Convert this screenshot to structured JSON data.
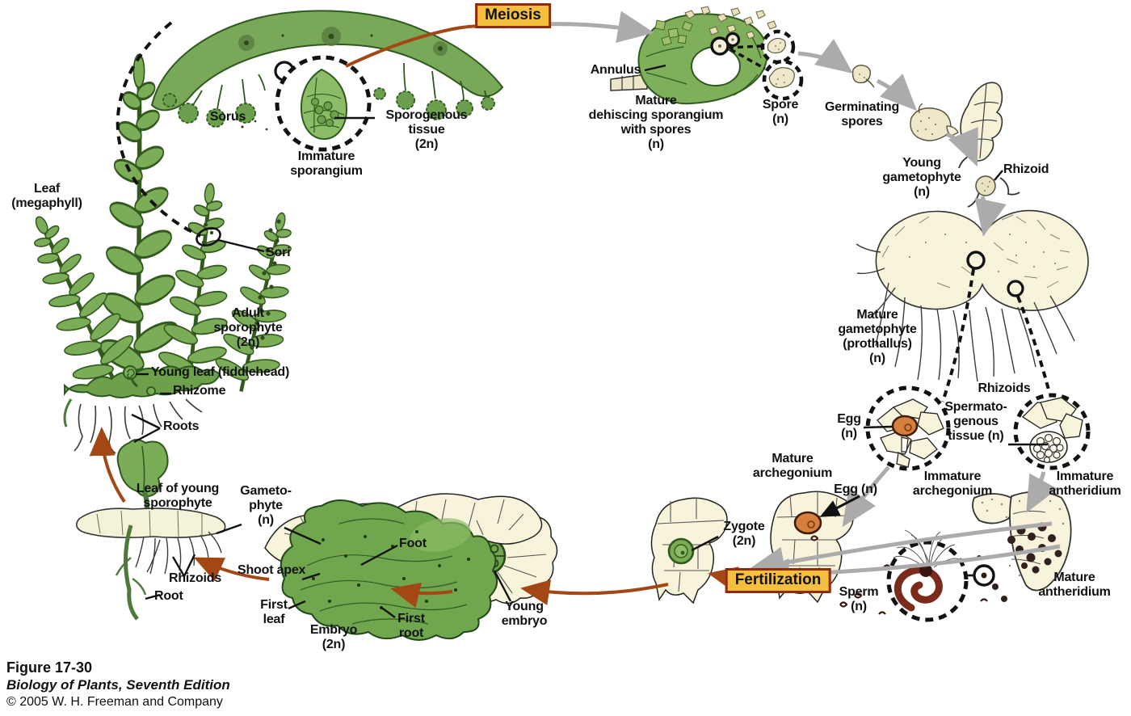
{
  "boxes": {
    "meiosis": "Meiosis",
    "fertilization": "Fertilization"
  },
  "labels": {
    "sorus": "Sorus",
    "sporogenous_tissue": "Sporogenous\ntissue\n(2n)",
    "immature_sporangium": "Immature\nsporangium",
    "leaf_megaphyll": "Leaf\n(megaphyll)",
    "sori": "Sori",
    "adult_sporophyte": "Adult\nsporophyte\n(2n)",
    "young_leaf": "Young leaf (fiddlehead)",
    "rhizome": "Rhizome",
    "roots": "Roots",
    "annulus": "Annulus",
    "mature_dehiscing_sporangium": "Mature\ndehiscing sporangium\nwith spores\n(n)",
    "spore": "Spore\n(n)",
    "germinating_spores": "Germinating\nspores",
    "young_gametophyte": "Young\ngametophyte\n(n)",
    "rhizoid": "Rhizoid",
    "mature_gametophyte": "Mature\ngametophyte\n(prothallus)\n(n)",
    "rhizoids_right": "Rhizoids",
    "egg_circle": "Egg\n(n)",
    "spermatogenous_tissue": "Spermato-\ngenous\ntissue (n)",
    "immature_archegonium": "Immature\narchegonium",
    "immature_antheridium": "Immature\nantheridium",
    "mature_archegonium": "Mature\narchegonium",
    "egg_n": "Egg (n)",
    "zygote": "Zygote\n(2n)",
    "sperm": "Sperm\n(n)",
    "mature_antheridium": "Mature\nantheridium",
    "young_embryo": "Young\nembryo",
    "leaf_young_sporophyte": "Leaf of young\nsporophyte",
    "gametophyte_n": "Gameto-\nphyte\n(n)",
    "foot": "Foot",
    "shoot_apex": "Shoot apex",
    "rhizoids_left": "Rhizoids",
    "root": "Root",
    "first_leaf": "First\nleaf",
    "embryo": "Embryo\n(2n)",
    "first_root": "First\nroot"
  },
  "caption": {
    "figure_number": "Figure 17-30",
    "source": "Biology of Plants, Seventh Edition",
    "copyright": "© 2005 W. H. Freeman and Company"
  },
  "colors": {
    "process_box_fill": "#F4BE3E",
    "process_box_border": "#8E2B0C",
    "arrow_gray": "#ABABAB",
    "arrow_rust": "#A34715",
    "fern_green": "#7BAD58",
    "cell_cream": "#F8F4DC",
    "egg_orange": "#D6803F",
    "zygote_green": "#7CAB52",
    "sperm_maroon": "#7A2B1B"
  }
}
